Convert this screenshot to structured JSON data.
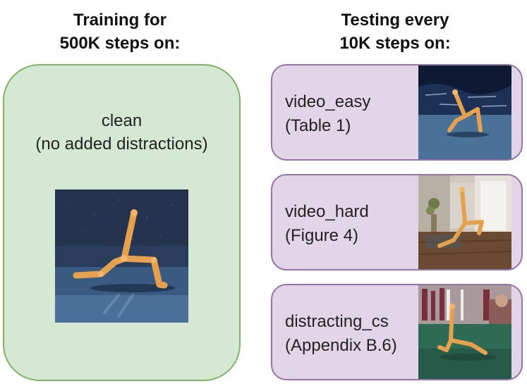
{
  "training": {
    "heading_line1": "Training for",
    "heading_line2": "500K steps on:",
    "env_name": "clean",
    "env_note": "(no added distractions)"
  },
  "testing": {
    "heading_line1": "Testing every",
    "heading_line2": "10K steps on:",
    "panels": [
      {
        "name": "video_easy",
        "ref": "(Table 1)"
      },
      {
        "name": "video_hard",
        "ref": "(Figure 4)"
      },
      {
        "name": "distracting_cs",
        "ref": "(Appendix B.6)"
      }
    ]
  },
  "colors": {
    "train_fill": "#d5e8d4",
    "train_border": "#82b366",
    "test_fill": "#e1d5e7",
    "test_border": "#9673a6",
    "walker_limb": "#e6a14e"
  }
}
